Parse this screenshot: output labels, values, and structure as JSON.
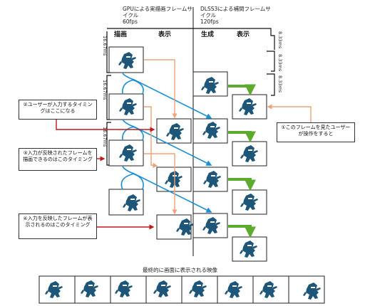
{
  "headers": {
    "gpu": "GPUによる実描画フレームサイクル",
    "gpu_fps": "60fps",
    "dlss": "DLSS3による補間フレームサイクル",
    "dlss_fps": "120fps"
  },
  "columns": {
    "draw": "描画",
    "display_left": "表示",
    "generate": "生成",
    "display_right": "表示"
  },
  "timing": {
    "left_ms": "16.67ms",
    "right_ms": "8.33ms"
  },
  "notes": {
    "note1": "①このフレームを見たユーザーが操作をすると",
    "note2": "②ユーザーが入力するタイミングはここになる",
    "note3": "③入力が反映されたフレームを描画できるのはこのタイミング",
    "note4": "④入力を反映したフレームが表示されるのはこのタイミング"
  },
  "bottom_caption": "最終的に画面に表示される映像",
  "colors": {
    "blue_arrow": "#1a8fd6",
    "orange_arrow": "#f0a27a",
    "green_arrow": "#5cab2f",
    "red_arrow": "#c0181a",
    "figure": "#1d5678"
  },
  "icons": {
    "frame": "ninja-figure-icon"
  }
}
